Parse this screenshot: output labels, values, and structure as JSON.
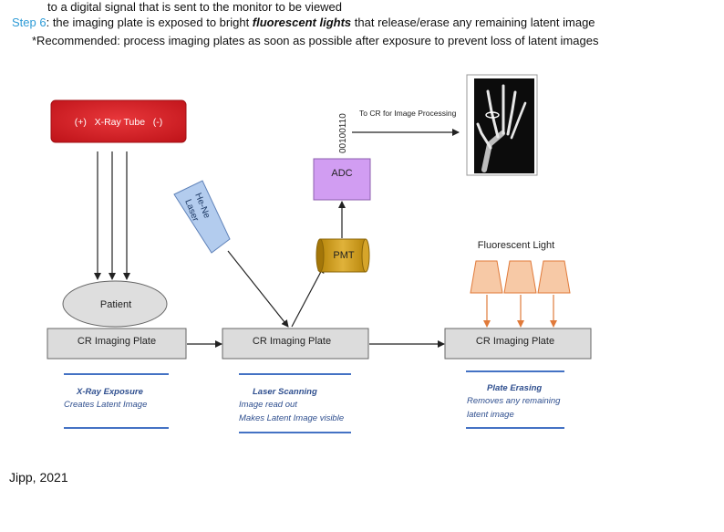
{
  "header": {
    "line1": "to a digital signal that is sent to the monitor to be viewed",
    "line2_step": "Step 6",
    "line2_pre": ": the imaging plate is exposed to bright ",
    "line2_emph": "fluorescent lights",
    "line2_post": " that release/erase any remaining latent image",
    "line3": "*Recommended: process imaging plates as soon as possible after exposure to prevent loss of latent images"
  },
  "diagram": {
    "xray_tube": "(+)   X-Ray Tube   (-)",
    "patient": "Patient",
    "laser": "He-Ne\nLaser",
    "laser_line1": "He-Ne",
    "laser_line2": "Laser",
    "pmt": "PMT",
    "adc": "ADC",
    "binary": "00100110",
    "to_cr": "To CR for Image Processing",
    "fluorescent_light": "Fluorescent Light",
    "plate1": "CR Imaging Plate",
    "plate2": "CR Imaging Plate",
    "plate3": "CR Imaging Plate",
    "caption1_title": "X-Ray Exposure",
    "caption1_line1": "Creates Latent Image",
    "caption2_title": "Laser Scanning",
    "caption2_line1": "Image read out",
    "caption2_line2": "Makes Latent Image visible",
    "caption3_title": "Plate Erasing",
    "caption3_line1": "Removes any remaining",
    "caption3_line2": "latent image"
  },
  "colors": {
    "tube": "#d01a1f",
    "plate": "#dcdcdc",
    "patient": "#dedede",
    "laser": "#a9c4ec",
    "pmt": "#c4930f",
    "adc": "#d19df2",
    "lamp": "#f7c9a6",
    "lamp_stroke": "#e07a3a",
    "caption_line": "#4472c4",
    "caption_text": "#2f4f8f"
  },
  "credit": "Jipp, 2021"
}
